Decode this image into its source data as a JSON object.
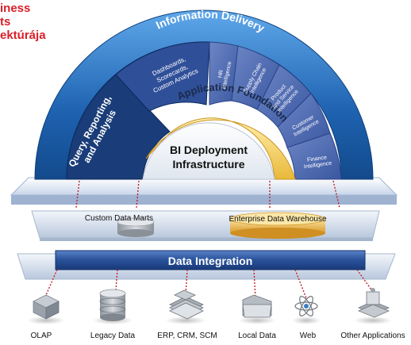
{
  "slide_title": {
    "line1": "iness",
    "line2": "ts",
    "line3": "ektúrája"
  },
  "arch": {
    "outer_band": "Information Delivery",
    "left_segment": [
      "Query, Reporting,",
      "and Analysis"
    ],
    "dashboards_segment": [
      "Dashboards,",
      "Scorecards,",
      "Custom Analytics"
    ],
    "apps": [
      [
        "HR",
        "Intelligence"
      ],
      [
        "Supply Chain",
        "Intelligence"
      ],
      [
        "Product",
        "and Service",
        "Intelligence"
      ],
      [
        "Customer",
        "Intelligence"
      ],
      [
        "Finance",
        "Intelligence"
      ]
    ],
    "middle_band": "Application Foundation",
    "core": [
      "BI Deployment",
      "Infrastructure"
    ]
  },
  "storage": {
    "custom_data_marts": "Custom Data Marts",
    "enterprise_data_warehouse": "Enterprise Data Warehouse"
  },
  "integration_bar": "Data Integration",
  "sources": {
    "olap": "OLAP",
    "legacy_data": "Legacy Data",
    "erp_crm_scm": "ERP, CRM, SCM",
    "local_data": "Local Data",
    "web": "Web",
    "other_applications": "Other Applications"
  },
  "colors": {
    "title_red": "#d8202a",
    "outer_blue": "#1a5aa6",
    "dark_navy": "#1a3c78",
    "app_segment": "#3f5ea8",
    "foundation_gold": "#f2c84a",
    "core_white": "#ffffff",
    "integration_bar": "#264f96",
    "warehouse_gold": "#e8b040",
    "connector_red": "#c0202a"
  }
}
